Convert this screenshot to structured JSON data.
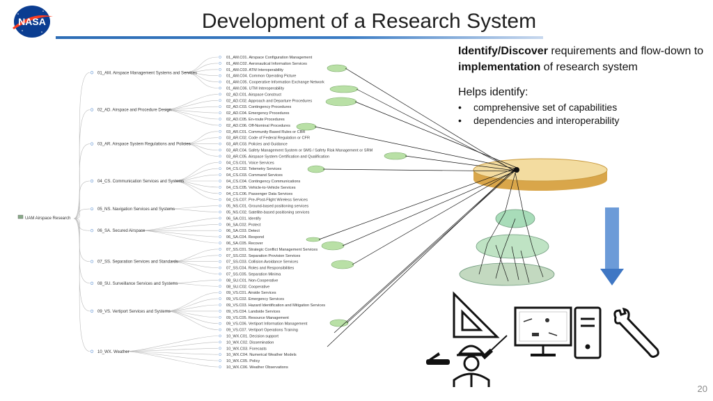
{
  "title": "Development of a Research System",
  "logo_text": "NASA",
  "page_number": "20",
  "right_panel": {
    "line1_bold1": "Identify/Discover",
    "line1_text1": " requirements and flow-down to ",
    "line1_bold2": "implementation",
    "line1_text2": " of research system",
    "helps": "Helps identify:",
    "bullets": [
      "comprehensive set of capabilities",
      "dependencies and interoperability"
    ]
  },
  "root": "UAM Airspace Research",
  "categories": [
    {
      "label": "01_AM. Airspace Management Systems and Services",
      "items": [
        "01_AM.C01. Airspace Configuration Management",
        "01_AM.C02. Aeronautical Information Services",
        "01_AM.C03. ATM Interoperability",
        "01_AM.C04. Common Operating Picture",
        "01_AM.C05. Cooperative Information Exchange Network",
        "01_AM.C06. UTM Interoperability"
      ]
    },
    {
      "label": "02_AD. Airspace and Procedure Design",
      "items": [
        "02_AD.C01. Airspace Construct",
        "02_AD.C02. Approach and Departure Procedures",
        "02_AD.C03. Contingency Procedures",
        "02_AD.C04. Emergency Procedures",
        "02_AD.C05. En-route Procedures",
        "02_AD.C06. Off-Nominal Procedures"
      ]
    },
    {
      "label": "03_AR. Airspace System Regulations and Policies",
      "items": [
        "03_AR.C01. Community Based Rules or CBR",
        "03_AR.C02. Code of Federal Regulation or CFR",
        "03_AR.C03. Policies and Guidance",
        "03_AR.C04. Safety Management System or SMS / Safety Risk Management or SRM",
        "03_AR.C05. Airspace System Certification and Qualification"
      ]
    },
    {
      "label": "04_CS. Communication Services and Systems",
      "items": [
        "04_CS.C01. Voice Services",
        "04_CS.C02. Telemetry Services",
        "04_CS.C03. Command Services",
        "04_CS.C04. Contingency Communications",
        "04_CS.C05. Vehicle-to-Vehicle Services",
        "04_CS.C06. Passenger Data Services",
        "04_CS.C07. Pre-/Post-Flight Wireless Services"
      ]
    },
    {
      "label": "05_NS. Navigation Services and Systems",
      "items": [
        "05_NS.C01. Ground-based positioning services",
        "05_NS.C02. Satellite-based positioning services"
      ]
    },
    {
      "label": "06_SA. Secured Airspace",
      "items": [
        "06_SA.C01. Identify",
        "06_SA.C02. Protect",
        "06_SA.C03. Detect",
        "06_SA.C04. Respond",
        "06_SA.C05. Recover"
      ]
    },
    {
      "label": "07_SS. Separation Services and Standards",
      "items": [
        "07_SS.C01. Strategic Conflict Management Services",
        "07_SS.C02. Separation Provision Services",
        "07_SS.C03. Collision Avoidance Services",
        "07_SS.C04. Roles and Responsibilities",
        "07_SS.C05. Separation Minima"
      ]
    },
    {
      "label": "08_SU. Surveillance Services and Systems",
      "items": [
        "08_SU.C01. Non-Cooperative",
        "08_SU.C02. Cooperative"
      ]
    },
    {
      "label": "09_VS. Vertiport Services and Systems",
      "items": [
        "09_VS.C01. Airside Services",
        "09_VS.C02. Emergency Services",
        "09_VS.C03. Hazard Identification and Mitigation Services",
        "09_VS.C04. Landside Services",
        "09_VS.C05. Resource Management",
        "09_VS.C06. Vertiport Information Management",
        "09_VS.C07. Vertiport Operations Training"
      ]
    },
    {
      "label": "10_WX. Weather",
      "items": [
        "10_WX.C01. Decision support",
        "10_WX.C02. Dissemination",
        "10_WX.C03. Forecasts",
        "10_WX.C04. Numerical Weather Models",
        "10_WX.C05. Policy",
        "10_WX.C06. Weather Observations"
      ]
    }
  ]
}
